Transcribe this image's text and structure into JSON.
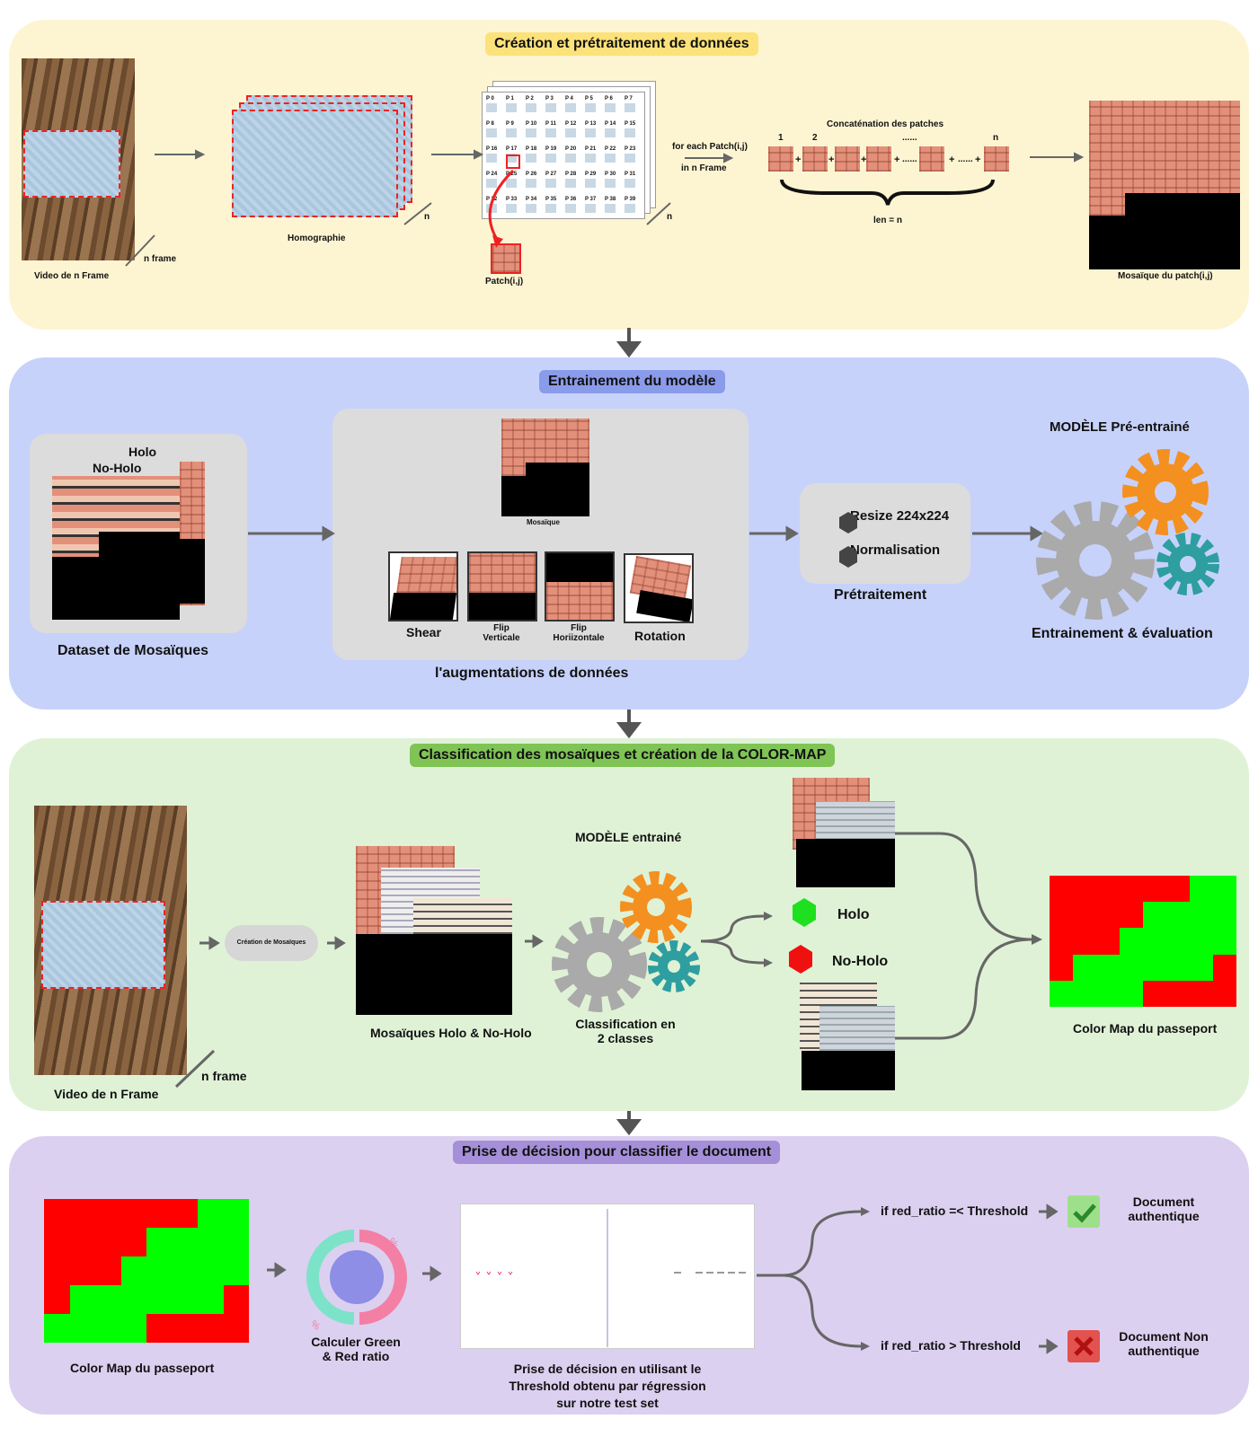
{
  "sections": {
    "s1": {
      "title": "Création et prétraitement de données",
      "video_label": "Video de n Frame",
      "n_frame": "n frame",
      "homography_label": "Homographie",
      "n_label": "n",
      "patch_label": "Patch(i,j)",
      "for_each": "for each Patch(i,j)",
      "in_n_frame": "in n Frame",
      "concat_label": "Concaténation des patches",
      "index_1": "1",
      "index_2": "2",
      "index_n": "n",
      "dots": "......",
      "len": "len = n",
      "mosaic_label": "Mosaïque du patch(i,j)",
      "grid_cells": [
        "P 0",
        "P 1",
        "P 2",
        "P 3",
        "P 4",
        "P 5",
        "P 6",
        "P 7",
        "P 8",
        "P 9",
        "P 10",
        "P 11",
        "P 12",
        "P 13",
        "P 14",
        "P 15",
        "P 16",
        "P 17",
        "P 18",
        "P 19",
        "P 20",
        "P 21",
        "P 22",
        "P 23",
        "P 24",
        "P 25",
        "P 26",
        "P 27",
        "P 28",
        "P 29",
        "P 30",
        "P 31",
        "P 32",
        "P 33",
        "P 34",
        "P 35",
        "P 36",
        "P 37",
        "P 38",
        "P 39"
      ]
    },
    "s2": {
      "title": "Entrainement du modèle",
      "holo": "Holo",
      "noholo": "No-Holo",
      "dataset_label": "Dataset de Mosaïques",
      "mosaique": "Mosaïque",
      "shear": "Shear",
      "flip_v": "Flip Verticale",
      "flip_h": "Flip Horiizontale",
      "rotation": "Rotation",
      "augment_label": "l'augmentations de données",
      "resize": "Resize 224x224",
      "normalisation": "Normalisation",
      "pretraitement": "Prétraitement",
      "model_pre": "MODÈLE Pré-entrainé",
      "train_eval": "Entrainement & évaluation"
    },
    "s3": {
      "title": "Classification des mosaïques et création de la COLOR-MAP",
      "creation_mosaiques": "Création de Mosaïques",
      "mosaics_label": "Mosaïques Holo & No-Holo",
      "model_trained": "MODÈLE entrainé",
      "classification": "Classification en 2 classes",
      "holo": "Holo",
      "noholo": "No-Holo",
      "video_label": "Video de n Frame",
      "n_frame": "n frame",
      "colormap_label": "Color Map du passeport"
    },
    "s4": {
      "title": "Prise de décision pour classifier le document",
      "colormap_label": "Color Map du passeport",
      "ratio_label": "Calculer Green & Red ratio",
      "decision_label": "Prise de décision en utilisant le Threshold obtenu par régression sur notre test set",
      "cond1": "if red_ratio =< Threshold",
      "cond2": "if red_ratio > Threshold",
      "doc_auth": "Document authentique",
      "doc_non_auth": "Document Non authentique"
    }
  },
  "colors": {
    "yellow_bg": "#fdf5d2",
    "blue_bg": "#c7d2fb",
    "green_bg": "#dff2d6",
    "purple_bg": "#dcd0f0",
    "red": "#ff0000",
    "green": "#00ff00"
  }
}
